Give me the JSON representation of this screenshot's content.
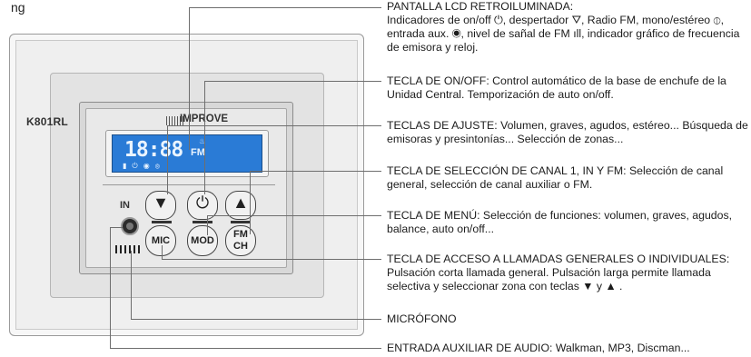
{
  "top_partial_label": "ng",
  "device": {
    "model": "K801RL",
    "brand": "IMPROVE",
    "lcd": {
      "digits": "18:88",
      "band": "FM",
      "alarm_icon": "alarm-bell",
      "indicator_icons": [
        "signal-bars",
        "power",
        "aux-input",
        "stereo"
      ]
    },
    "keys": {
      "down_symbol": "▼",
      "up_symbol": "▲",
      "power_symbol": "⏻",
      "mic_label": "MIC",
      "mod_label": "MOD",
      "fm_label": "FM",
      "ch_label": "CH"
    },
    "in_label": "IN"
  },
  "callouts": [
    {
      "title": "PANTALLA LCD RETROILUMINADA:",
      "text": "Indicadores de on/off ⏻, despertador ⛛, Radio FM, mono/estéreo ⦶, entrada aux. ◉, nivel de sañal de FM ıll, indicador gráfico de frecuencia de emisora y reloj."
    },
    {
      "title": "TECLA DE ON/OFF:",
      "text": "Control automático de la base de enchufe de la Unidad Central. Temporización de auto on/off."
    },
    {
      "title": "TECLAS DE AJUSTE:",
      "text": "Volumen, graves, agudos, estéreo... Búsqueda de emisoras y presintonías... Selección de zonas..."
    },
    {
      "title": "TECLA DE SELECCIÓN DE CANAL 1, IN Y FM:",
      "text": "Selección de canal general, selección de canal auxiliar o FM."
    },
    {
      "title": "TECLA DE MENÚ:",
      "text": "Selección de funciones: volumen, graves, agudos, balance, auto on/off..."
    },
    {
      "title": "TECLA DE ACCESO A LLAMADAS GENERALES O INDIVIDUALES:",
      "text": "Pulsación corta llamada general. Pulsación larga permite llamada selectiva y seleccionar zona con teclas ▼ y ▲ ."
    },
    {
      "title": "MICRÓFONO",
      "text": ""
    },
    {
      "title": "ENTRADA AUXILIAR DE AUDIO:",
      "text": "Walkman, MP3, Discman..."
    }
  ]
}
